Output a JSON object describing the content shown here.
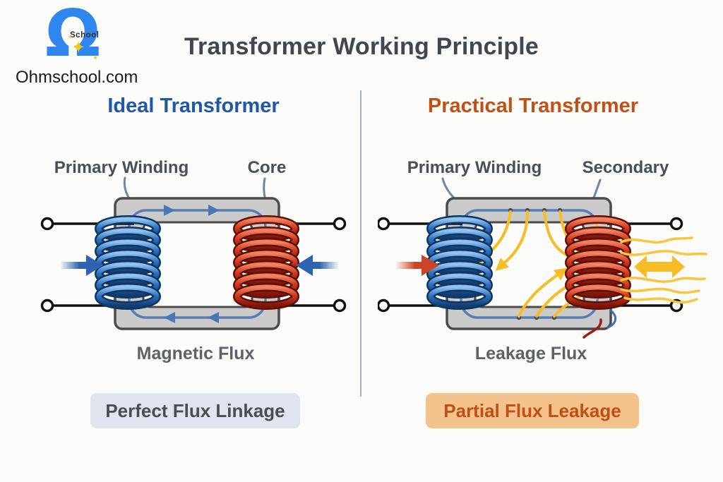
{
  "brand": {
    "logo_symbol": "Ω",
    "logo_badge": "School",
    "sparkle": "✦",
    "website": "Ohmschool.com"
  },
  "title": "Transformer Working Principle",
  "panels": {
    "ideal": {
      "heading": "Ideal Transformer",
      "label_primary": "Primary Winding",
      "label_core": "Core",
      "caption": "Magnetic Flux",
      "badge": "Perfect Flux Linkage"
    },
    "practical": {
      "heading": "Practical Transformer",
      "label_primary": "Primary Winding",
      "label_secondary": "Secondary",
      "caption": "Leakage Flux",
      "badge": "Partial Flux Leakage"
    }
  },
  "colors": {
    "brand_blue": "#2f86ef",
    "title_text": "#41474c",
    "label_text": "#4a4f54",
    "ideal_heading": "#2057a7",
    "practical_heading": "#bf5115",
    "coil_primary_blue": "#2f74c0",
    "coil_secondary_red": "#cf3a20",
    "flux_line_blue": "#4c76b2",
    "leakage_yellow": "#f7bd27",
    "core_gray": "#c9cac9",
    "input_arrow_blue": "#2e63b1",
    "input_arrow_red": "#cc4425",
    "ideal_badge_bg": "#dfe4ee",
    "practical_badge_bg": "#f4c28c"
  }
}
